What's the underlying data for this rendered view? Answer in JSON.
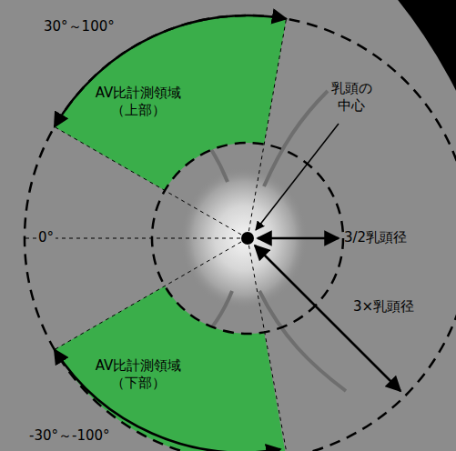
{
  "diagram": {
    "nodes": [
      {
        "text": [
          "AV比計測領域 （上部）"
        ]
      },
      {
        "text": [
          "AV比計測領域 （下部）"
        ]
      }
    ],
    "labels": [
      "30°～100°",
      "乳頭の 中心",
      "0°",
      "3/2乳頭径",
      "3×乳頭径",
      "-30°～-100°"
    ]
  }
}
